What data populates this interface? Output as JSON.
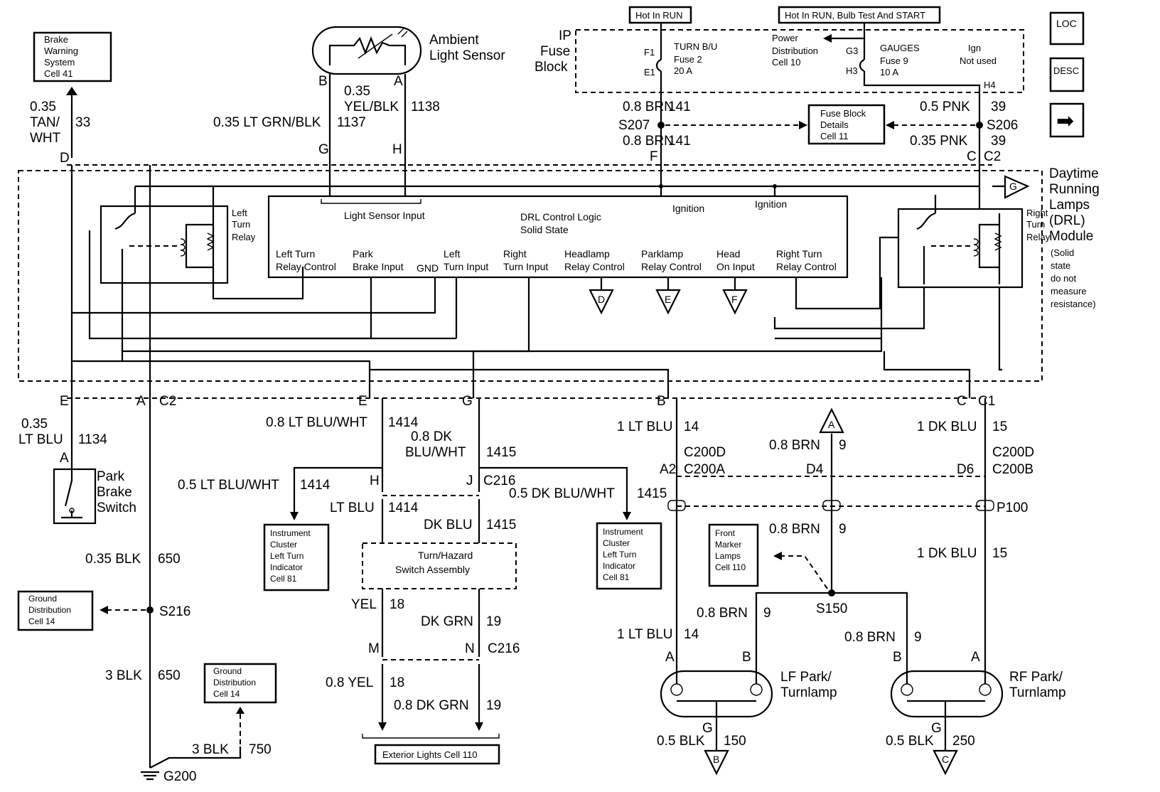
{
  "labels": {
    "brake_warning": [
      "Brake",
      "Warning",
      "System",
      "Cell 41"
    ],
    "ambient": [
      "Ambient",
      "Light Sensor"
    ],
    "hot_in_run": "Hot In RUN",
    "hot_in_run_bulb": "Hot In RUN, Bulb Test And START",
    "ip_fuse_block": [
      "IP",
      "Fuse",
      "Block"
    ],
    "f1": "F1",
    "e1": "E1",
    "g3": "G3",
    "h3": "H3",
    "h4": "H4",
    "turn_fuse": [
      "TURN B/U",
      "Fuse 2",
      "20 A"
    ],
    "power_dist": [
      "Power",
      "Distribution",
      "Cell 10"
    ],
    "gauges_fuse": [
      "GAUGES",
      "Fuse 9",
      "10 A"
    ],
    "ign_not_used": [
      "Ign",
      "Not used"
    ],
    "loc": "LOC",
    "desc": "DESC",
    "arrow": "➡",
    "fuse_block_details": [
      "Fuse Block",
      "Details",
      "Cell 11"
    ],
    "w_035_tanwht": [
      "0.35",
      "TAN/",
      "WHT"
    ],
    "c33": "33",
    "pin_D_top": "D",
    "pin_B": "B",
    "pin_A": "A",
    "w_035_yelblk": [
      "0.35",
      "YEL/BLK"
    ],
    "c1138": "1138",
    "w_035_ltgrnblk": "0.35 LT GRN/BLK",
    "c1137": "1137",
    "pin_G_top": "G",
    "pin_H_top": "H",
    "w_08_brn_1": "0.8 BRN",
    "c141a": "141",
    "s207": "S207",
    "w_08_brn_2": "0.8 BRN",
    "c141b": "141",
    "pin_F_top": "F",
    "w_05_pnk": "0.5 PNK",
    "c39a": "39",
    "s206": "S206",
    "w_035_pnk": "0.35 PNK",
    "c39b": "39",
    "pin_C_top": "C",
    "c2_top": "C2",
    "drl_module": [
      "Daytime",
      "Running",
      "Lamps",
      "(DRL)",
      "Module"
    ],
    "solid_state_note": [
      "(Solid",
      "state",
      "do not",
      "measure",
      "resistance)"
    ],
    "left_turn_relay": [
      "Left",
      "Turn",
      "Relay"
    ],
    "right_turn_relay": [
      "Right",
      "Turn",
      "Relay"
    ],
    "light_sensor_input": "Light Sensor Input",
    "drl_control": [
      "DRL Control Logic",
      "Solid State"
    ],
    "ignition_1": "Ignition",
    "ignition_2": "Ignition",
    "inputs": [
      [
        "Left Turn",
        "Relay Control"
      ],
      [
        "Park",
        "Brake Input"
      ],
      [
        "GND"
      ],
      [
        "Left",
        "Turn Input"
      ],
      [
        "Right",
        "Turn Input"
      ],
      [
        "Headlamp",
        "Relay Control"
      ],
      [
        "Parklamp",
        "Relay Control"
      ],
      [
        "Head",
        "On Input"
      ],
      [
        "Right Turn",
        "Relay Control"
      ]
    ],
    "tri_D": "D",
    "tri_E": "E",
    "tri_F": "F",
    "tri_G": "G",
    "tri_A": "A",
    "tri_B": "B",
    "tri_C": "C",
    "pin_E_l": "E",
    "pin_A_c2": "A",
    "c2_bottom": "C2",
    "w_035_ltblu": [
      "0.35",
      "LT BLU"
    ],
    "c1134": "1134",
    "pin_A_pb": "A",
    "park_brake": [
      "Park",
      "Brake",
      "Switch"
    ],
    "w_035_blk": "0.35 BLK",
    "c650a": "650",
    "ground_dist_1": [
      "Ground",
      "Distribution",
      "Cell 14"
    ],
    "s216": "S216",
    "w_3_blk_1": "3 BLK",
    "c650b": "650",
    "ground_dist_2": [
      "Ground",
      "Distribution",
      "Cell 14"
    ],
    "w_3_blk_2": "3 BLK",
    "c750": "750",
    "g200": "G200",
    "pin_E_m": "E",
    "pin_G_m": "G",
    "w_08_ltbluwht": "0.8 LT BLU/WHT",
    "c1414a": "1414",
    "w_08_dkbluwht": [
      "0.8 DK",
      "BLU/WHT"
    ],
    "c1415a": "1415",
    "w_05_ltbluwht": "0.5 LT BLU/WHT",
    "c1414b": "1414",
    "pin_H_m": "H",
    "pin_J_m": "J",
    "c216a": "C216",
    "w_05_dkbluwht": "0.5 DK BLU/WHT",
    "c1415b": "1415",
    "w_ltblu": "LT BLU",
    "c1414c": "1414",
    "w_dkblu": "DK BLU",
    "c1415c": "1415",
    "ic_left_1": [
      "Instrument",
      "Cluster",
      "Left Turn",
      "Indicator",
      "Cell 81"
    ],
    "ic_left_2": [
      "Instrument",
      "Cluster",
      "Left Turn",
      "Indicator",
      "Cell 81"
    ],
    "turn_hazard": [
      "Turn/Hazard",
      "Switch Assembly"
    ],
    "w_yel": "YEL",
    "c18a": "18",
    "w_dkgrn": "DK GRN",
    "c19a": "19",
    "pin_M": "M",
    "pin_N": "N",
    "c216b": "C216",
    "w_08_yel": "0.8 YEL",
    "c18b": "18",
    "w_08_dkgrn": "0.8 DK GRN",
    "c19b": "19",
    "exterior_lights": "Exterior Lights Cell 110",
    "pin_B_c1": "B",
    "pin_C_c1": "C",
    "c1": "C1",
    "w_1_ltblu_1": "1 LT BLU",
    "c14a": "14",
    "w_08_brn_3": "0.8 BRN",
    "c9a": "9",
    "w_1_dkblu_1": "1 DK BLU",
    "c15a": "15",
    "c200d_1": "C200D",
    "c200a": "C200A",
    "pin_A2": "A2",
    "pin_D4": "D4",
    "pin_D6": "D6",
    "c200d_2": "C200D",
    "c200b": "C200B",
    "p100": "P100",
    "front_marker": [
      "Front",
      "Marker",
      "Lamps",
      "Cell 110"
    ],
    "w_08_brn_4": "0.8 BRN",
    "c9b": "9",
    "w_1_dkblu_2": "1 DK BLU",
    "c15b": "15",
    "s150": "S150",
    "w_08_brn_5": "0.8 BRN",
    "c9c": "9",
    "w_1_ltblu_2": "1 LT BLU",
    "c14b": "14",
    "w_08_brn_6": "0.8 BRN",
    "c9d": "9",
    "lf_lamp": [
      "LF Park/",
      "Turnlamp"
    ],
    "rf_lamp": [
      "RF Park/",
      "Turnlamp"
    ],
    "pin_A_lf": "A",
    "pin_B_lf": "B",
    "pin_B_rf": "B",
    "pin_A_rf": "A",
    "pin_G_lf": "G",
    "pin_G_rf": "G",
    "w_05_blk_1": "0.5 BLK",
    "c150": "150",
    "w_05_blk_2": "0.5 BLK",
    "c250": "250"
  }
}
